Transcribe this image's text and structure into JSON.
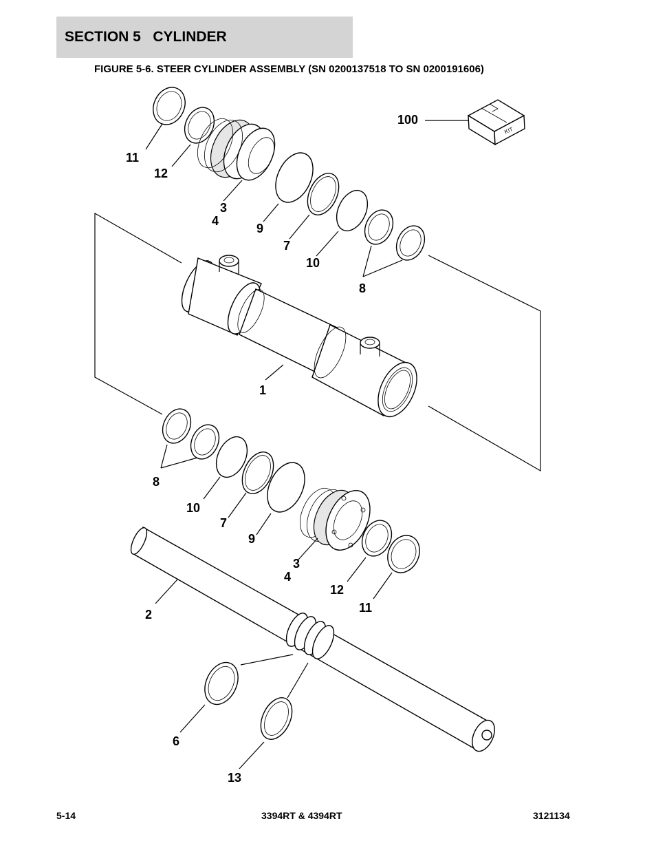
{
  "header": {
    "section_title": "SECTION 5   CYLINDER",
    "figure_title": "FIGURE 5-6. STEER CYLINDER ASSEMBLY (SN 0200137518 TO SN 0200191606)"
  },
  "diagram": {
    "kit_label": "KIT",
    "callouts": {
      "c100": "100",
      "c11_top": "11",
      "c12_top": "12",
      "c3_top": "3",
      "c4_top": "4",
      "c9_top": "9",
      "c7_top": "7",
      "c10_top": "10",
      "c8_top": "8",
      "c1": "1",
      "c8_bottom": "8",
      "c10_bottom": "10",
      "c7_bottom": "7",
      "c9_bottom": "9",
      "c3_bottom": "3",
      "c4_bottom": "4",
      "c12_bottom": "12",
      "c11_bottom": "11",
      "c2": "2",
      "c6": "6",
      "c13": "13"
    }
  },
  "footer": {
    "page_number": "5-14",
    "model": "3394RT & 4394RT",
    "doc_number": "3121134"
  }
}
